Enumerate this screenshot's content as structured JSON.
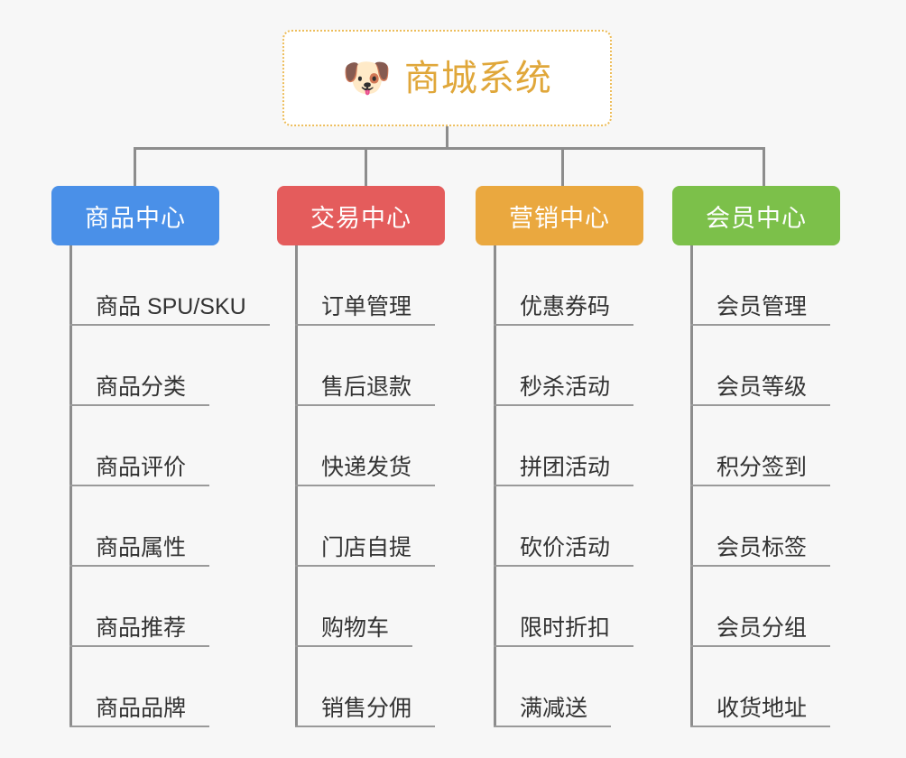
{
  "root": {
    "icon": "dog-face-icon",
    "icon_glyph": "🐶",
    "title": "商城系统",
    "title_color": "#e0a73a",
    "border_color": "#edbd5a"
  },
  "connector_color": "#8d8d8d",
  "background_color": "#f7f7f7",
  "leaf_text_color": "#333333",
  "leaf_underline_color": "#9a9a9a",
  "branches": [
    {
      "label": "商品中心",
      "color": "#4a90e8",
      "items": [
        "商品 SPU/SKU",
        "商品分类",
        "商品评价",
        "商品属性",
        "商品推荐",
        "商品品牌"
      ]
    },
    {
      "label": "交易中心",
      "color": "#e45c5c",
      "items": [
        "订单管理",
        "售后退款",
        "快递发货",
        "门店自提",
        "购物车",
        "销售分佣"
      ]
    },
    {
      "label": "营销中心",
      "color": "#eaa83f",
      "items": [
        "优惠券码",
        "秒杀活动",
        "拼团活动",
        "砍价活动",
        "限时折扣",
        "满减送"
      ]
    },
    {
      "label": "会员中心",
      "color": "#7cc04a",
      "items": [
        "会员管理",
        "会员等级",
        "积分签到",
        "会员标签",
        "会员分组",
        "收货地址"
      ]
    }
  ]
}
